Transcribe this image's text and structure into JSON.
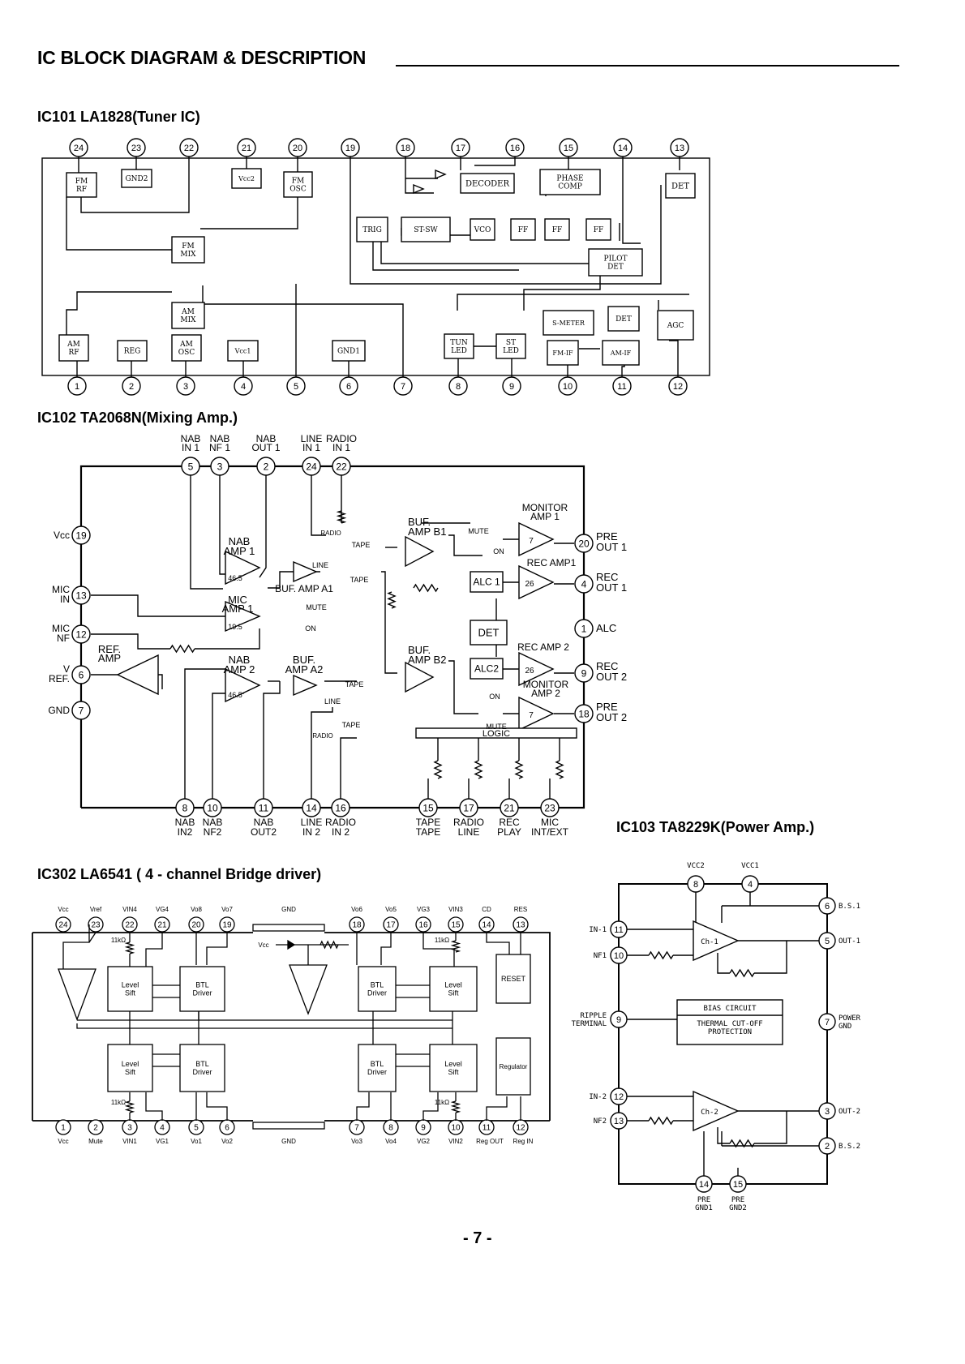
{
  "header": {
    "title": "IC BLOCK DIAGRAM & DESCRIPTION"
  },
  "ic101": {
    "title": "IC101 LA1828(Tuner IC)",
    "pins_top": [
      "24",
      "23",
      "22",
      "21",
      "20",
      "19",
      "18",
      "17",
      "16",
      "15",
      "14",
      "13"
    ],
    "pins_bottom": [
      "1",
      "2",
      "3",
      "4",
      "5",
      "6",
      "7",
      "8",
      "9",
      "10",
      "11",
      "12"
    ],
    "blocks": {
      "fm_rf": [
        "FM",
        "RF"
      ],
      "gnd2": "GND2",
      "vcc2": "Vcc2",
      "fm_osc": [
        "FM",
        "OSC"
      ],
      "decoder": "DECODER",
      "phase_comp": [
        "PHASE",
        "COMP"
      ],
      "det_top": "DET",
      "trig": "TRIG",
      "st_sw": "ST-SW",
      "vco": "VCO",
      "ff1": "FF",
      "ff2": "FF",
      "ff3": "FF",
      "fm_mix": [
        "FM",
        "MIX"
      ],
      "pilot_det": [
        "PILOT",
        "DET"
      ],
      "am_mix": [
        "AM",
        "MIX"
      ],
      "s_meter": "S-METER",
      "det_if": "DET",
      "agc": "AGC",
      "am_rf": [
        "AM",
        "RF"
      ],
      "reg": "REG",
      "am_osc": [
        "AM",
        "OSC"
      ],
      "vcc1": "Vcc1",
      "gnd1": "GND1",
      "tun_led": [
        "TUN",
        "LED"
      ],
      "st_led": [
        "ST",
        "LED"
      ],
      "fm_if": "FM-IF",
      "am_if": "AM-IF"
    }
  },
  "ic102": {
    "title": "IC102 TA2068N(Mixing Amp.)",
    "top_labels": [
      [
        "NAB",
        "IN 1"
      ],
      [
        "NAB",
        "NF 1"
      ],
      [
        "NAB",
        "OUT 1"
      ],
      [
        "LINE",
        "IN 1"
      ],
      [
        "RADIO",
        "IN 1"
      ]
    ],
    "top_pins": [
      "5",
      "3",
      "2",
      "24",
      "22"
    ],
    "left_labels": [
      "Vcc",
      "MIC\nIN",
      "MIC\nNF",
      "V\nREF.",
      "GND"
    ],
    "left_pins": [
      "19",
      "13",
      "12",
      "6",
      "7"
    ],
    "right_pins": [
      "20",
      "4",
      "1",
      "9",
      "18"
    ],
    "right_labels": [
      [
        "PRE",
        "OUT 1"
      ],
      [
        "REC",
        "OUT 1"
      ],
      [
        "ALC",
        ""
      ],
      [
        "REC",
        "OUT 2"
      ],
      [
        "PRE",
        "OUT 2"
      ]
    ],
    "bottom_pins": [
      "8",
      "10",
      "11",
      "14",
      "16",
      "15",
      "17",
      "21",
      "23"
    ],
    "bottom_labels": [
      [
        "NAB",
        "IN2"
      ],
      [
        "NAB",
        "NF2"
      ],
      [
        "NAB",
        "OUT2"
      ],
      [
        "LINE",
        "IN 2"
      ],
      [
        "RADIO",
        "IN 2"
      ],
      [
        "TAPE",
        "TAPE"
      ],
      [
        "RADIO",
        "LINE"
      ],
      [
        "REC",
        "PLAY"
      ],
      [
        "MIC",
        "INT/EXT"
      ]
    ],
    "blocks": {
      "nab_amp1": [
        "NAB",
        "AMP 1"
      ],
      "nab_amp1_gain": "46.5",
      "mic_amp1": [
        "MIC",
        "AMP 1"
      ],
      "mic_amp1_gain": "19.5",
      "nab_amp2": [
        "NAB",
        "AMP 2"
      ],
      "nab_amp2_gain": "46.5",
      "ref_amp": [
        "REF.",
        "AMP"
      ],
      "buf_amp_a1": "BUF. AMP A1",
      "buf_amp_a2": [
        "BUF.",
        "AMP A2"
      ],
      "buf_amp_b1": [
        "BUF.",
        "AMP B1"
      ],
      "buf_amp_b2": [
        "BUF.",
        "AMP B2"
      ],
      "monitor_amp1": [
        "MONITOR",
        "AMP 1"
      ],
      "monitor_amp2": [
        "MONITOR",
        "AMP 2"
      ],
      "rec_amp1": "REC AMP1",
      "rec_amp2": "REC AMP 2",
      "gain7": "7",
      "gain26": "26",
      "alc1": "ALC 1",
      "alc2": "ALC2",
      "det": "DET",
      "logic": "LOGIC",
      "mute": "MUTE",
      "on": "ON",
      "tape": "TAPE",
      "line": "LINE",
      "radio": "RADIO"
    }
  },
  "ic103": {
    "title": "IC103 TA8229K(Power Amp.)",
    "top_labels": [
      "VCC2",
      "VCC1"
    ],
    "top_pins": [
      "8",
      "4"
    ],
    "left_labels": [
      "IN-1",
      "NF1",
      "RIPPLE\nTERMINAL",
      "IN-2",
      "NF2"
    ],
    "left_pins": [
      "11",
      "10",
      "9",
      "12",
      "13"
    ],
    "right_pins": [
      "6",
      "5",
      "7",
      "3",
      "2"
    ],
    "right_labels": [
      "B.S.1",
      "OUT-1",
      "POWER\nGND",
      "OUT-2",
      "B.S.2"
    ],
    "bottom_pins": [
      "14",
      "15"
    ],
    "bottom_labels": [
      [
        "PRE",
        "GND1"
      ],
      [
        "PRE",
        "GND2"
      ]
    ],
    "blocks": {
      "ch1": "Ch-1",
      "ch2": "Ch-2",
      "bias": "BIAS CIRCUIT",
      "thermal": [
        "THERMAL CUT-OFF",
        "PROTECTION"
      ]
    }
  },
  "ic302": {
    "title": "IC302 LA6541 ( 4 - channel Bridge driver)",
    "top_labels": [
      "Vcc",
      "Vref",
      "VIN4",
      "VG4",
      "Vo8",
      "Vo7",
      "GND",
      "Vo6",
      "Vo5",
      "VG3",
      "VIN3",
      "CD",
      "RES"
    ],
    "top_pins": [
      "24",
      "23",
      "22",
      "21",
      "20",
      "19",
      "18",
      "17",
      "16",
      "15",
      "14",
      "13"
    ],
    "bottom_pins": [
      "1",
      "2",
      "3",
      "4",
      "5",
      "6",
      "7",
      "8",
      "9",
      "10",
      "11",
      "12"
    ],
    "bottom_labels": [
      "Vcc",
      "Mute",
      "VIN1",
      "VG1",
      "Vo1",
      "Vo2",
      "GND",
      "Vo3",
      "Vo4",
      "VG2",
      "VIN2",
      "Reg OUT",
      "Reg IN"
    ],
    "blocks": {
      "level_sift": [
        "Level",
        "Sift"
      ],
      "btl_driver": [
        "BTL",
        "Driver"
      ],
      "reset": "RESET",
      "regulator": "Regulator",
      "r11k": "11kΩ",
      "vcc": "Vcc"
    }
  },
  "footer": {
    "page": "- 7 -"
  }
}
